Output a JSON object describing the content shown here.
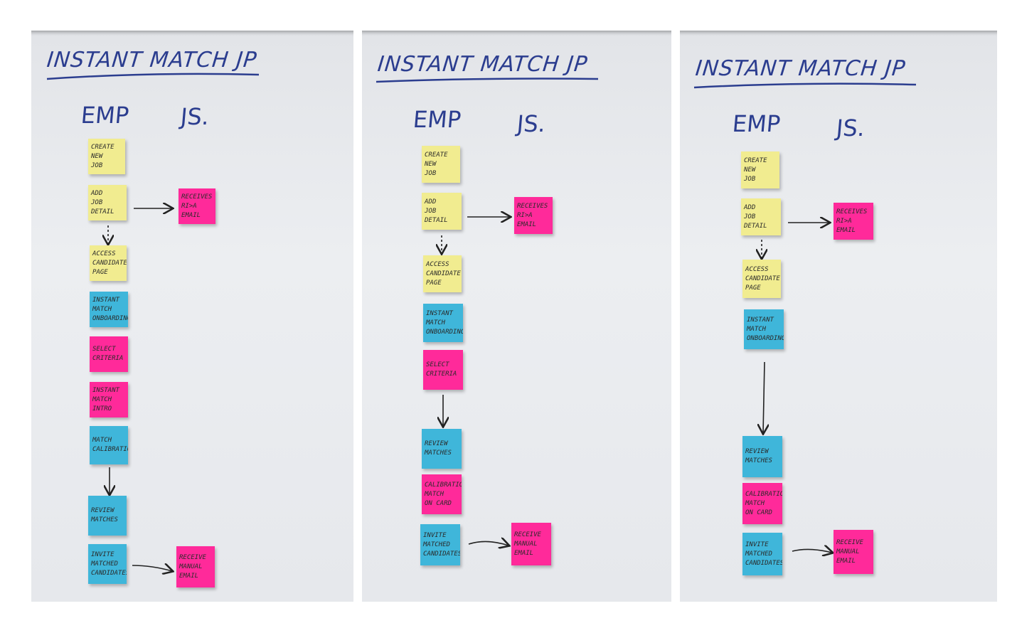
{
  "colors": {
    "yellow": "#f1ec90",
    "blue": "#3fb6da",
    "pink": "#ff2a9a",
    "ink": "#2b3d8f"
  },
  "boards": [
    {
      "title": "INSTANT MATCH JP",
      "emp_label": "EMP",
      "js_label": "JS.",
      "notes": [
        {
          "color": "yellow",
          "lines": [
            "CREATE",
            "NEW",
            "JOB"
          ]
        },
        {
          "color": "yellow",
          "lines": [
            "ADD",
            "JOB",
            "DETAIL"
          ]
        },
        {
          "color": "pink",
          "lines": [
            "RECEIVES",
            "RI>A",
            "EMAIL"
          ]
        },
        {
          "color": "yellow",
          "lines": [
            "ACCESS",
            "CANDIDATE",
            "PAGE"
          ]
        },
        {
          "color": "blue",
          "lines": [
            "INSTANT",
            "MATCH",
            "ONBOARDING"
          ]
        },
        {
          "color": "pink",
          "lines": [
            "SELECT",
            "CRITERIA"
          ]
        },
        {
          "color": "pink",
          "lines": [
            "INSTANT",
            "MATCH",
            "INTRO"
          ]
        },
        {
          "color": "blue",
          "lines": [
            "MATCH",
            "CALIBRATION"
          ]
        },
        {
          "color": "blue",
          "lines": [
            "REVIEW",
            "MATCHES"
          ]
        },
        {
          "color": "blue",
          "lines": [
            "INVITE",
            "MATCHED",
            "CANDIDATES"
          ]
        },
        {
          "color": "pink",
          "lines": [
            "RECEIVE",
            "MANUAL",
            "EMAIL"
          ]
        }
      ]
    },
    {
      "title": "INSTANT MATCH JP",
      "emp_label": "EMP",
      "js_label": "JS.",
      "notes": [
        {
          "color": "yellow",
          "lines": [
            "CREATE",
            "NEW",
            "JOB"
          ]
        },
        {
          "color": "yellow",
          "lines": [
            "ADD",
            "JOB",
            "DETAIL"
          ]
        },
        {
          "color": "pink",
          "lines": [
            "RECEIVES",
            "RI>A",
            "EMAIL"
          ]
        },
        {
          "color": "yellow",
          "lines": [
            "ACCESS",
            "CANDIDATE",
            "PAGE"
          ]
        },
        {
          "color": "blue",
          "lines": [
            "INSTANT",
            "MATCH",
            "ONBOARDING"
          ]
        },
        {
          "color": "pink",
          "lines": [
            "SELECT",
            "CRITERIA"
          ]
        },
        {
          "color": "blue",
          "lines": [
            "REVIEW",
            "MATCHES"
          ]
        },
        {
          "color": "pink",
          "lines": [
            "CALIBRATION",
            "MATCH",
            "ON CARD"
          ]
        },
        {
          "color": "blue",
          "lines": [
            "INVITE",
            "MATCHED",
            "CANDIDATES"
          ]
        },
        {
          "color": "pink",
          "lines": [
            "RECEIVE",
            "MANUAL",
            "EMAIL"
          ]
        }
      ]
    },
    {
      "title": "INSTANT MATCH JP",
      "emp_label": "EMP",
      "js_label": "JS.",
      "notes": [
        {
          "color": "yellow",
          "lines": [
            "CREATE",
            "NEW",
            "JOB"
          ]
        },
        {
          "color": "yellow",
          "lines": [
            "ADD",
            "JOB",
            "DETAIL"
          ]
        },
        {
          "color": "pink",
          "lines": [
            "RECEIVES",
            "RI>A",
            "EMAIL"
          ]
        },
        {
          "color": "yellow",
          "lines": [
            "ACCESS",
            "CANDIDATE",
            "PAGE"
          ]
        },
        {
          "color": "blue",
          "lines": [
            "INSTANT",
            "MATCH",
            "ONBOARDING"
          ]
        },
        {
          "color": "blue",
          "lines": [
            "REVIEW",
            "MATCHES"
          ]
        },
        {
          "color": "pink",
          "lines": [
            "CALIBRATION",
            "MATCH",
            "ON CARD"
          ]
        },
        {
          "color": "blue",
          "lines": [
            "INVITE",
            "MATCHED",
            "CANDIDATES"
          ]
        },
        {
          "color": "pink",
          "lines": [
            "RECEIVE",
            "MANUAL",
            "EMAIL"
          ]
        }
      ]
    }
  ]
}
